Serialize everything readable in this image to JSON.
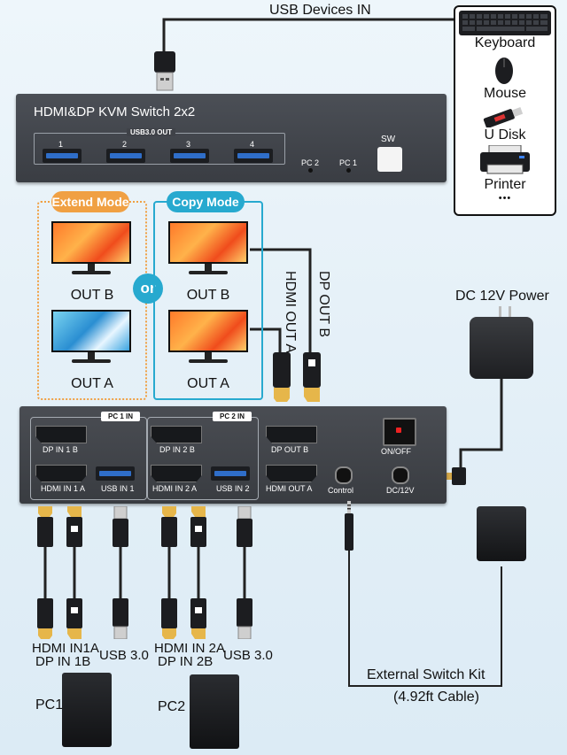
{
  "usb_devices": {
    "heading": "USB Devices IN",
    "items": [
      {
        "label": "Keyboard",
        "icon": "keyboard-icon"
      },
      {
        "label": "Mouse",
        "icon": "mouse-icon"
      },
      {
        "label": "U Disk",
        "icon": "usb-drive-icon"
      },
      {
        "label": "Printer",
        "icon": "printer-icon"
      }
    ],
    "more": "•••"
  },
  "switch_top": {
    "title": "HDMI&DP KVM Switch 2x2",
    "usb_out_label": "USB3.0 OUT",
    "port_numbers": [
      "1",
      "2",
      "3",
      "4"
    ],
    "pc2_label": "PC 2",
    "pc1_label": "PC 1",
    "sw_label": "SW"
  },
  "modes": {
    "extend": {
      "label": "Extend Mode",
      "out_b": "OUT B",
      "out_a": "OUT A",
      "color": "#f0a043"
    },
    "copy": {
      "label": "Copy Mode",
      "out_b": "OUT B",
      "out_a": "OUT A",
      "color": "#27a9cf"
    },
    "or_label": "or"
  },
  "cables_out": {
    "hdmi_out_a": "HDMI OUT A",
    "dp_out_b": "DP OUT B"
  },
  "power": {
    "label": "DC 12V Power"
  },
  "switch_bottom": {
    "pc1_in": "PC 1 IN",
    "pc2_in": "PC 2 IN",
    "dp_in_1b": "DP IN 1 B",
    "dp_in_2b": "DP IN 2 B",
    "dp_out_b": "DP OUT B",
    "hdmi_in_1a": "HDMI IN 1 A",
    "usb_in_1": "USB IN 1",
    "hdmi_in_2a": "HDMI IN 2 A",
    "usb_in_2": "USB IN 2",
    "hdmi_out_a": "HDMI OUT A",
    "control": "Control",
    "on_off": "ON/OFF",
    "dc12v": "DC/12V"
  },
  "pc_cables": {
    "pc1_video_line1": "HDMI IN1A",
    "pc1_video_line2": "DP IN 1B",
    "pc1_usb": "USB 3.0",
    "pc2_video_line1": "HDMI IN 2A",
    "pc2_video_line2": "DP IN 2B",
    "pc2_usb": "USB 3.0"
  },
  "pcs": {
    "pc1": "PC1",
    "pc2": "PC2"
  },
  "external_kit": {
    "line1": "External Switch Kit",
    "line2": "(4.92ft Cable)"
  },
  "colors": {
    "extend_orange": "#f0a043",
    "copy_blue": "#27a9cf",
    "usb_blue": "#2f6ec9",
    "device_gray": "#3a3d43"
  }
}
